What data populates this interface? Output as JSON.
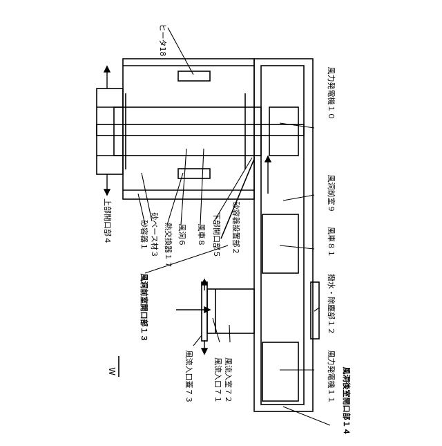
{
  "labels": {
    "heater": "ヒータ18",
    "generator_10": "風力発電機１０",
    "bottom_chamber": "風洞前室９",
    "fan_81": "風車８１",
    "water_dust": "撥水・除塵部１２",
    "generator_11": "風力発電機１１",
    "rear_opening": "風洞後室開口部１４",
    "top_opening": "上部開口部４",
    "sand_vessel": "砂容器１",
    "sand_base": "砂ベース材３",
    "heat_exchanger": "熱交換器１７",
    "duct": "風洞６",
    "wind_wheel": "風車８",
    "lower_opening": "下部開口部５",
    "vessel_mount": "砂容器設置部２",
    "front_opening": "風洞前室開口部１３",
    "inlet_cap": "風流入口蓋７３",
    "inlet": "風流入口７１",
    "inlet_chamber": "風流入室７２",
    "w_mark": "W"
  }
}
